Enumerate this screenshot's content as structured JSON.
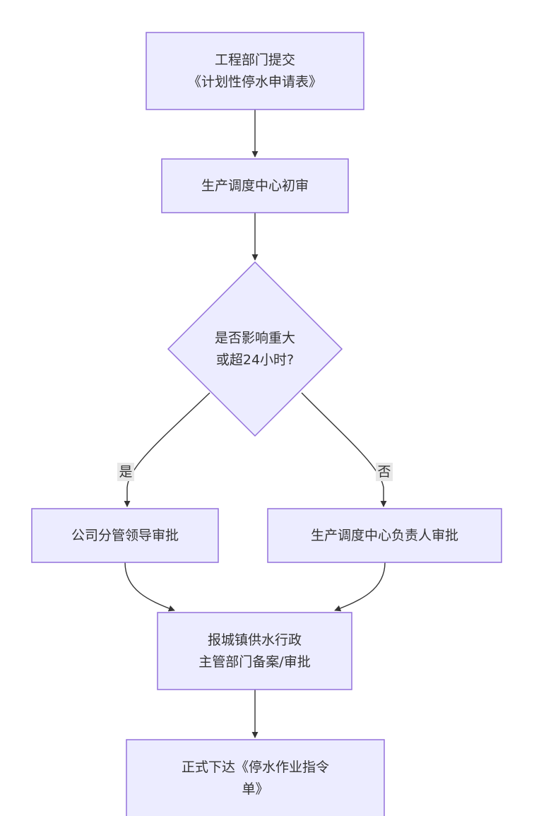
{
  "nodes": {
    "submit": {
      "shape": "rect",
      "lines": [
        "工程部门提交",
        "《计划性停水申请表》"
      ]
    },
    "initial_review": {
      "shape": "rect",
      "lines": [
        "生产调度中心初审"
      ]
    },
    "decision": {
      "shape": "diamond",
      "lines": [
        "是否影响重大",
        "或超24小时?"
      ]
    },
    "leader_approval": {
      "shape": "rect",
      "lines": [
        "公司分管领导审批"
      ]
    },
    "center_head_approval": {
      "shape": "rect",
      "lines": [
        "生产调度中心负责人审批"
      ]
    },
    "report_filing": {
      "shape": "rect",
      "lines": [
        "报城镇供水行政",
        "主管部门备案/审批"
      ]
    },
    "issue_order": {
      "shape": "rect",
      "lines": [
        "正式下达《停水作业指令",
        "单》"
      ]
    }
  },
  "edges": [
    {
      "from": "submit",
      "to": "initial_review",
      "label": ""
    },
    {
      "from": "initial_review",
      "to": "decision",
      "label": ""
    },
    {
      "from": "decision",
      "to": "leader_approval",
      "label": "是"
    },
    {
      "from": "decision",
      "to": "center_head_approval",
      "label": "否"
    },
    {
      "from": "leader_approval",
      "to": "report_filing",
      "label": ""
    },
    {
      "from": "center_head_approval",
      "to": "report_filing",
      "label": ""
    },
    {
      "from": "report_filing",
      "to": "issue_order",
      "label": ""
    }
  ],
  "colors": {
    "node_fill": "#ECECFF",
    "node_stroke": "#9370DB",
    "edge": "#333333",
    "text": "#333333",
    "label_bg": "#E8E8E8"
  }
}
